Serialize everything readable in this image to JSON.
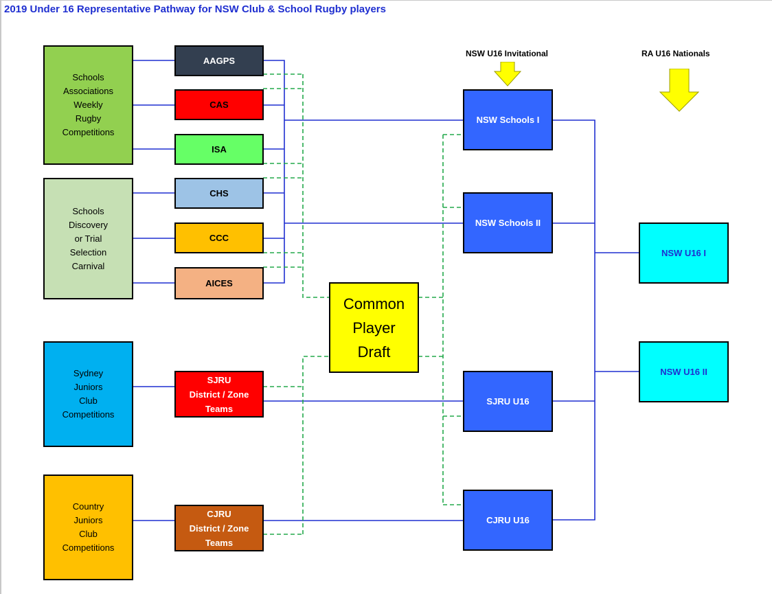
{
  "title": "2019 Under 16 Representative Pathway for NSW Club & School Rugby players",
  "competitions": [
    {
      "id": "schools_weekly",
      "label": "Schools\nAssociations\nWeekly\nRugby\nCompetitions",
      "color": "#92d050"
    },
    {
      "id": "schools_discovery",
      "label": "Schools\nDiscovery\nor Trial\nSelection\nCarnival",
      "color": "#c6e0b4"
    },
    {
      "id": "sydney_juniors",
      "label": "Sydney\nJuniors\nClub\nCompetitions",
      "color": "#00b0f0"
    },
    {
      "id": "country_juniors",
      "label": "Country\nJuniors\nClub\nCompetitions",
      "color": "#ffc000"
    }
  ],
  "associations": [
    {
      "id": "aagps",
      "label": "AAGPS",
      "color": "#333f50",
      "text_color": "#ffffff"
    },
    {
      "id": "cas",
      "label": "CAS",
      "color": "#ff0000",
      "text_color": "#000000"
    },
    {
      "id": "isa",
      "label": "ISA",
      "color": "#66ff66",
      "text_color": "#000000"
    },
    {
      "id": "chs",
      "label": "CHS",
      "color": "#9dc3e6",
      "text_color": "#000000"
    },
    {
      "id": "ccc",
      "label": "CCC",
      "color": "#ffc000",
      "text_color": "#000000"
    },
    {
      "id": "aices",
      "label": "AICES",
      "color": "#f4b183",
      "text_color": "#000000"
    },
    {
      "id": "sjru",
      "label": "SJRU\nDistrict / Zone\nTeams",
      "color": "#ff0000",
      "text_color": "#ffffff"
    },
    {
      "id": "cjru",
      "label": "CJRU\nDistrict / Zone\nTeams",
      "color": "#c55a11",
      "text_color": "#ffffff"
    }
  ],
  "draft": {
    "label": "Common\nPlayer\nDraft",
    "color": "#ffff00"
  },
  "destinations": [
    {
      "id": "nsw_schools_1",
      "label": "NSW Schools I",
      "color": "#3366ff"
    },
    {
      "id": "nsw_schools_2",
      "label": "NSW Schools II",
      "color": "#3366ff"
    },
    {
      "id": "sjru_u16",
      "label": "SJRU U16",
      "color": "#3366ff"
    },
    {
      "id": "cjru_u16",
      "label": "CJRU U16",
      "color": "#3366ff"
    }
  ],
  "nationals": [
    {
      "id": "nsw_u16_1",
      "label": "NSW U16 I",
      "color": "#00ffff"
    },
    {
      "id": "nsw_u16_2",
      "label": "NSW U16 II",
      "color": "#00ffff"
    }
  ],
  "header_labels": {
    "invitational": "NSW U16 Invitational",
    "nationals": "RA U16 Nationals"
  },
  "colors": {
    "solid_line": "#1f2fd0",
    "dashed_line": "#22a84a",
    "arrow_fill": "#ffff00"
  }
}
